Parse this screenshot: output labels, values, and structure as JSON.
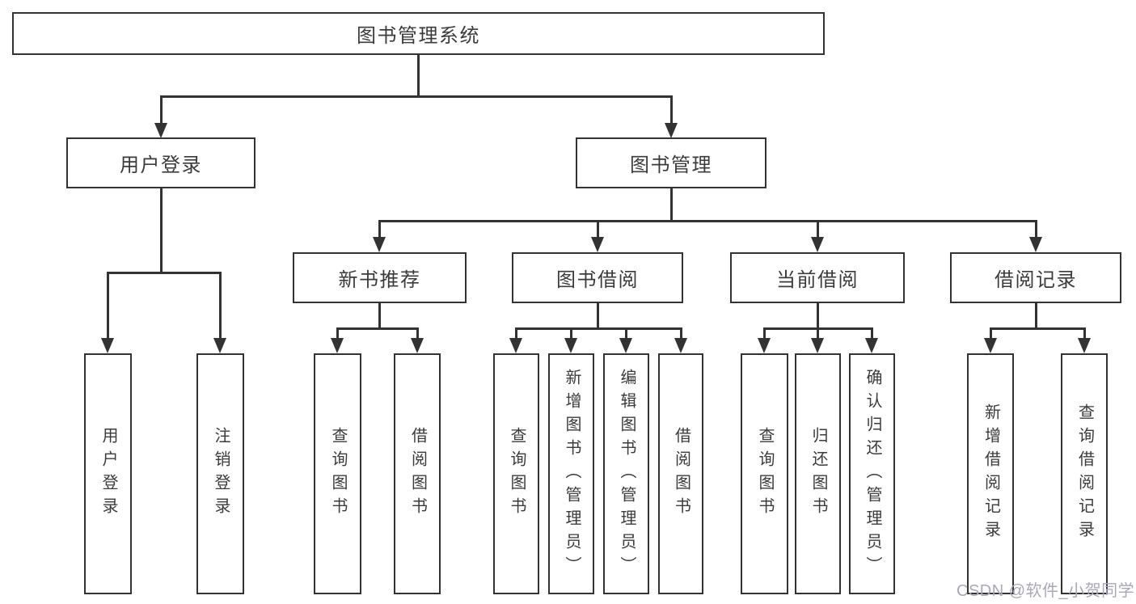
{
  "diagram": {
    "type": "tree",
    "root": "图书管理系统",
    "branches": [
      {
        "label": "用户登录",
        "leaves": [
          "用户登录",
          "注销登录"
        ]
      },
      {
        "label": "图书管理",
        "groups": [
          {
            "label": "新书推荐",
            "leaves": [
              "查询图书",
              "借阅图书"
            ]
          },
          {
            "label": "图书借阅",
            "leaves": [
              "查询图书",
              "新增图书（管理员）",
              "编辑图书（管理员）",
              "借阅图书"
            ]
          },
          {
            "label": "当前借阅",
            "leaves": [
              "查询图书",
              "归还图书",
              "确认归还（管理员）"
            ]
          },
          {
            "label": "借阅记录",
            "leaves": [
              "新增借阅记录",
              "查询借阅记录"
            ]
          }
        ]
      }
    ]
  },
  "watermark": {
    "text": "CSDN @软件_小贺同学",
    "color": "#a8a8ba"
  },
  "colors": {
    "line": "#333333",
    "text": "#3b3b3b",
    "background": "#ffffff"
  }
}
